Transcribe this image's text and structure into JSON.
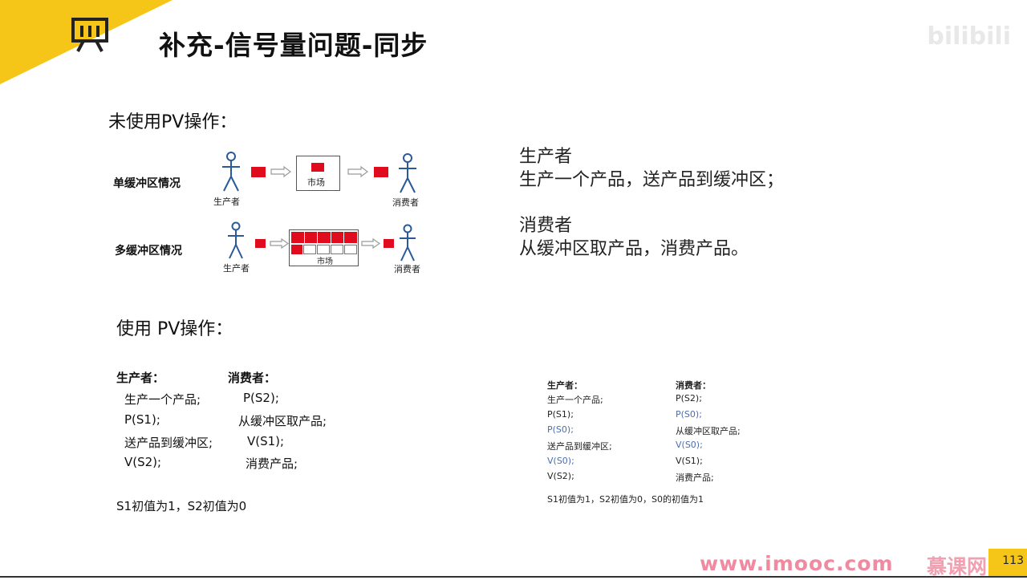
{
  "header": {
    "title": "补充-信号量问题-同步",
    "watermark": "bilibili"
  },
  "section1": {
    "heading": "未使用PV操作：",
    "single_label": "单缓冲区情况",
    "multi_label": "多缓冲区情况",
    "producer": "生产者",
    "consumer": "消费者",
    "market": "市场",
    "producer_desc_title": "生产者",
    "producer_desc": "生产一个产品，送产品到缓冲区；",
    "consumer_desc_title": "消费者",
    "consumer_desc": "从缓冲区取产品，消费产品。"
  },
  "section2": {
    "heading": "使用 PV操作：",
    "left": {
      "producer_header": "生产者：",
      "consumer_header": "消费者：",
      "producer_lines": [
        "生产一个产品;",
        "P(S1);",
        "送产品到缓冲区;",
        "V(S2);"
      ],
      "consumer_lines": [
        "P(S2);",
        "从缓冲区取产品;",
        "V(S1);",
        "消费产品;"
      ],
      "note": "S1初值为1，S2初值为0"
    },
    "right": {
      "producer_header": "生产者：",
      "consumer_header": "消费者：",
      "producer_lines": [
        "生产一个产品;",
        "P(S1);",
        "P(S0);",
        "送产品到缓冲区;",
        "V(S0);",
        "V(S2);"
      ],
      "consumer_lines": [
        "P(S2);",
        "P(S0);",
        "从缓冲区取产品;",
        "V(S0);",
        "V(S1);",
        "消费产品;"
      ],
      "note": "S1初值为1，S2初值为0，S0的初值为1"
    }
  },
  "footer": {
    "site": "www.imooc.com",
    "brand": "慕课网",
    "page": "113"
  },
  "colors": {
    "accent_yellow": "#f5c518",
    "product_red": "#e00b1c",
    "pv_blue": "#4a6db0"
  }
}
